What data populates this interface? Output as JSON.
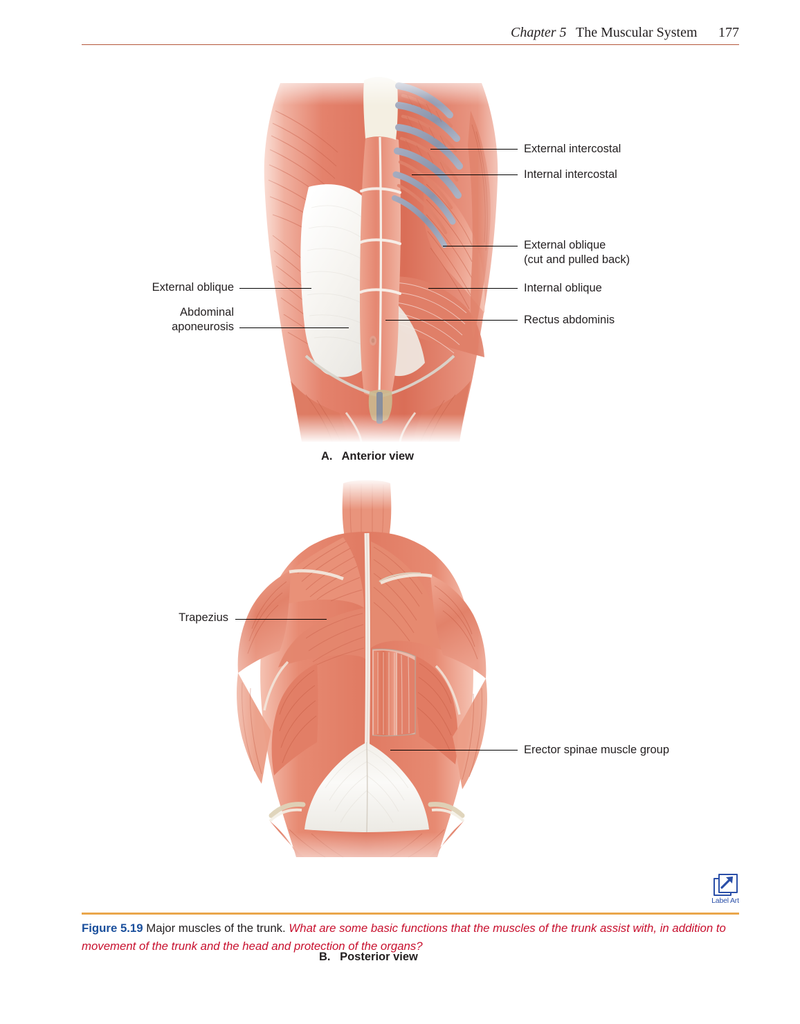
{
  "running_head": {
    "chapter": "Chapter 5",
    "title": "The Muscular System",
    "page_number": "177"
  },
  "figure": {
    "panels": [
      {
        "id": "anterior",
        "caption_letter": "A.",
        "caption_text": "Anterior view",
        "labels": [
          {
            "text": "External intercostal",
            "side": "right"
          },
          {
            "text": "Internal intercostal",
            "side": "right"
          },
          {
            "text": "External oblique",
            "text2": "(cut and pulled back)",
            "side": "right"
          },
          {
            "text": "Internal oblique",
            "side": "right"
          },
          {
            "text": "Rectus abdominis",
            "side": "right"
          },
          {
            "text": "External oblique",
            "side": "left"
          },
          {
            "text": "Abdominal",
            "text2": "aponeurosis",
            "side": "left"
          }
        ]
      },
      {
        "id": "posterior",
        "caption_letter": "B.",
        "caption_text": "Posterior view",
        "labels": [
          {
            "text": "Trapezius",
            "side": "left"
          },
          {
            "text": "Erector spinae muscle group",
            "side": "right"
          }
        ]
      }
    ]
  },
  "label_art": {
    "caption": "Label Art",
    "icon": "external-link-icon",
    "color": "#2a4fa8"
  },
  "caption": {
    "figure_number": "Figure 5.19",
    "lead": " Major muscles of the trunk. ",
    "question": "What are some basic functions that the muscles of the trunk assist with, in addition to movement of the trunk and the head and protection of the organs?"
  },
  "colors": {
    "head_rule": "#b4563a",
    "caption_rule": "#eaa64b",
    "figure_number": "#1a4f9c",
    "question": "#c8102e",
    "muscle": "#e2725b",
    "bone": "#8d96ad",
    "fascia": "#f2f0ec"
  }
}
